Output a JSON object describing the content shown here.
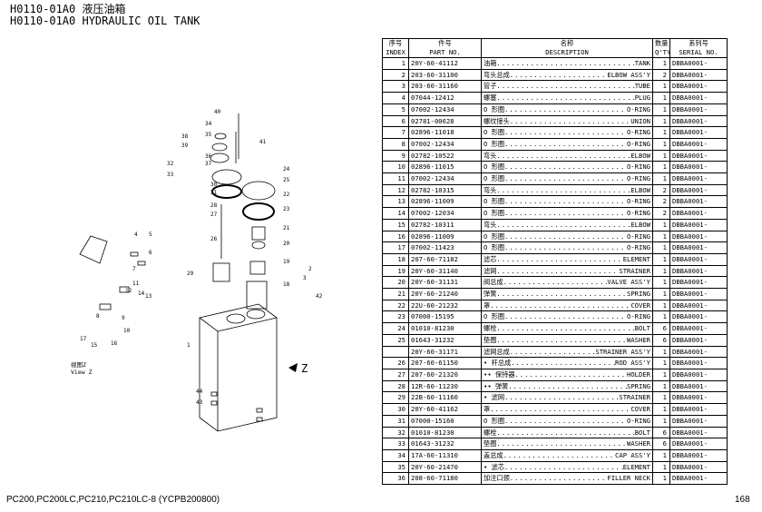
{
  "header": {
    "code_cn": "H0110-01A0 液压油箱",
    "code_en": "H0110-01A0 HYDRAULIC OIL TANK"
  },
  "table": {
    "headers_cn": [
      "序号",
      "件号",
      "名称",
      "数量",
      "系列号"
    ],
    "headers_en": [
      "INDEX",
      "PART NO.",
      "DESCRIPTION",
      "Q'TY",
      "SERIAL NO."
    ],
    "rows": [
      {
        "idx": "1",
        "part": "20Y-60-41112",
        "cn": "油箱",
        "en": "TANK",
        "qty": "1",
        "serial": "DBBA0001-"
      },
      {
        "idx": "2",
        "part": "203-60-31100",
        "cn": "弯头总成",
        "en": "ELBOW ASS'Y",
        "qty": "2",
        "serial": "DBBA0001-"
      },
      {
        "idx": "3",
        "part": "203-60-31160",
        "cn": "管子",
        "en": "TUBE",
        "qty": "1",
        "serial": "DBBA0001-"
      },
      {
        "idx": "4",
        "part": "07044-12412",
        "cn": "螺塞",
        "en": "PLUG",
        "qty": "1",
        "serial": "DBBA0001-"
      },
      {
        "idx": "5",
        "part": "07002-12434",
        "cn": "O 形圈",
        "en": "O-RING",
        "qty": "1",
        "serial": "DBBA0001-"
      },
      {
        "idx": "6",
        "part": "02781-00628",
        "cn": "螺纹接头",
        "en": "UNION",
        "qty": "1",
        "serial": "DBBA0001-"
      },
      {
        "idx": "7",
        "part": "02896-11018",
        "cn": "O 形圈",
        "en": "O-RING",
        "qty": "1",
        "serial": "DBBA0001-"
      },
      {
        "idx": "8",
        "part": "07002-12434",
        "cn": "O 形圈",
        "en": "O-RING",
        "qty": "1",
        "serial": "DBBA0001-"
      },
      {
        "idx": "9",
        "part": "02782-10522",
        "cn": "弯头",
        "en": "ELBOW",
        "qty": "1",
        "serial": "DBBA0001-"
      },
      {
        "idx": "10",
        "part": "02896-11015",
        "cn": "O 形圈",
        "en": "O-RING",
        "qty": "1",
        "serial": "DBBA0001-"
      },
      {
        "idx": "11",
        "part": "07002-12434",
        "cn": "O 形圈",
        "en": "O-RING",
        "qty": "1",
        "serial": "DBBA0001-"
      },
      {
        "idx": "12",
        "part": "02782-10315",
        "cn": "弯头",
        "en": "ELBOW",
        "qty": "2",
        "serial": "DBBA0001-"
      },
      {
        "idx": "13",
        "part": "02896-11009",
        "cn": "O 形圈",
        "en": "O-RING",
        "qty": "2",
        "serial": "DBBA0001-"
      },
      {
        "idx": "14",
        "part": "07002-12034",
        "cn": "O 形圈",
        "en": "O-RING",
        "qty": "2",
        "serial": "DBBA0001-"
      },
      {
        "idx": "15",
        "part": "02782-10311",
        "cn": "弯头",
        "en": "ELBOW",
        "qty": "1",
        "serial": "DBBA0001-"
      },
      {
        "idx": "16",
        "part": "02896-11009",
        "cn": "O 形圈",
        "en": "O-RING",
        "qty": "1",
        "serial": "DBBA0001-"
      },
      {
        "idx": "17",
        "part": "07002-11423",
        "cn": "O 形圈",
        "en": "O-RING",
        "qty": "1",
        "serial": "DBBA0001-"
      },
      {
        "idx": "18",
        "part": "207-60-71182",
        "cn": "滤芯",
        "en": "ELEMENT",
        "qty": "1",
        "serial": "DBBA0001-"
      },
      {
        "idx": "19",
        "part": "20Y-60-31140",
        "cn": "滤网",
        "en": "STRAINER",
        "qty": "1",
        "serial": "DBBA0001-"
      },
      {
        "idx": "20",
        "part": "20Y-60-31131",
        "cn": "阀总成",
        "en": "VALVE ASS'Y",
        "qty": "1",
        "serial": "DBBA0001-"
      },
      {
        "idx": "21",
        "part": "20Y-60-21240",
        "cn": "弹簧",
        "en": "SPRING",
        "qty": "1",
        "serial": "DBBA0001-"
      },
      {
        "idx": "22",
        "part": "22U-60-21232",
        "cn": "罩",
        "en": "COVER",
        "qty": "1",
        "serial": "DBBA0001-"
      },
      {
        "idx": "23",
        "part": "07000-15195",
        "cn": "O 形圈",
        "en": "O-RING",
        "qty": "1",
        "serial": "DBBA0001-"
      },
      {
        "idx": "24",
        "part": "01010-81230",
        "cn": "螺栓",
        "en": "BOLT",
        "qty": "6",
        "serial": "DBBA0001-"
      },
      {
        "idx": "25",
        "part": "01643-31232",
        "cn": "垫圈",
        "en": "WASHER",
        "qty": "6",
        "serial": "DBBA0001-"
      },
      {
        "idx": "",
        "part": "20Y-60-31171",
        "cn": "滤网总成",
        "en": "STRAINER ASS'Y",
        "qty": "1",
        "serial": "DBBA0001-"
      },
      {
        "idx": "26",
        "part": "207-60-61150",
        "cn": "• 杆总成",
        "en": "ROD ASS'Y",
        "qty": "1",
        "serial": "DBBA0001-"
      },
      {
        "idx": "27",
        "part": "207-60-21320",
        "cn": "•• 保持器",
        "en": "HOLDER",
        "qty": "1",
        "serial": "DBBA0001-"
      },
      {
        "idx": "28",
        "part": "12R-60-11230",
        "cn": "•• 弹簧",
        "en": "SPRING",
        "qty": "1",
        "serial": "DBBA0001-"
      },
      {
        "idx": "29",
        "part": "22B-60-11160",
        "cn": "• 滤网",
        "en": "STRAINER",
        "qty": "1",
        "serial": "DBBA0001-"
      },
      {
        "idx": "30",
        "part": "20Y-60-41162",
        "cn": "罩",
        "en": "COVER",
        "qty": "1",
        "serial": "DBBA0001-"
      },
      {
        "idx": "31",
        "part": "07000-15160",
        "cn": "O 形圈",
        "en": "O-RING",
        "qty": "1",
        "serial": "DBBA0001-"
      },
      {
        "idx": "32",
        "part": "01010-81230",
        "cn": "螺栓",
        "en": "BOLT",
        "qty": "6",
        "serial": "DBBA0001-"
      },
      {
        "idx": "33",
        "part": "01643-31232",
        "cn": "垫圈",
        "en": "WASHER",
        "qty": "6",
        "serial": "DBBA0001-"
      },
      {
        "idx": "34",
        "part": "17A-60-11310",
        "cn": "盖总成",
        "en": "CAP ASS'Y",
        "qty": "1",
        "serial": "DBBA0001-"
      },
      {
        "idx": "35",
        "part": "20Y-60-21470",
        "cn": "• 滤芯",
        "en": "ELEMENT",
        "qty": "1",
        "serial": "DBBA0001-"
      },
      {
        "idx": "36",
        "part": "208-60-71180",
        "cn": "加注口颈",
        "en": "FILLER NECK",
        "qty": "1",
        "serial": "DBBA0001-"
      }
    ]
  },
  "diagram": {
    "view_label_cn": "视图Z",
    "view_label_en": "View Z",
    "arrow_label": "Z",
    "callouts": [
      "40",
      "34",
      "35",
      "38",
      "39",
      "36",
      "37",
      "32",
      "33",
      "41",
      "30",
      "31",
      "24",
      "25",
      "22",
      "23",
      "28",
      "27",
      "26",
      "21",
      "20",
      "19",
      "29",
      "18",
      "2",
      "3",
      "42",
      "4",
      "5",
      "6",
      "7",
      "11",
      "12",
      "14",
      "13",
      "8",
      "9",
      "10",
      "15",
      "16",
      "17",
      "1",
      "44",
      "43"
    ]
  },
  "footer": {
    "models": "PC200,PC200LC,PC210,PC210LC-8 (YCPB200800)",
    "page": "168"
  }
}
